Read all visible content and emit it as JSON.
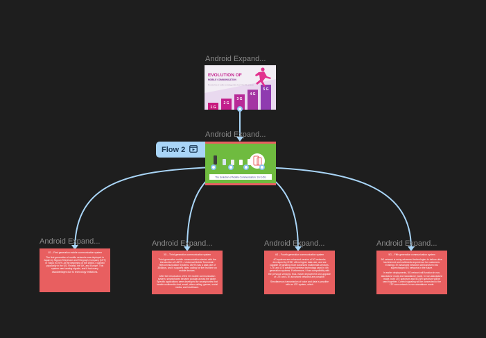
{
  "frames": {
    "top": {
      "label": "Android Expand..."
    },
    "middle": {
      "label": "Android Expand..."
    },
    "bottom": [
      {
        "label": "Android Expand...",
        "title": "1G – First generation mobile communication system",
        "paragraphs": [
          "The first generation of mobile networks was deployed in Japan by Nippon Telephone and Telegraph Company (NTT) in Tokyo in 1979. At the beginning of the 1980s, it gained popularity in the US, Finland, the UK, and Europe. This system used analog signals, and it had many disadvantages due to technology limitations."
        ]
      },
      {
        "label": "Android Expand...",
        "title": "3G – Third generation communication system",
        "paragraphs": [
          "Third-generation mobile communication started with the introduction of UMTS – Universal Mobile Terrestrial / Telecommunication Systems. UMTS has a data rate of 384kbps, and it supports video calling for the first time on mobile devices.",
          "After the introduction of the 3G mobile communication system, smartphones became popular across the globe. Specific applications were developed for smartphones that handle multimedia chat, email, video calling, games, social media, and healthcare."
        ]
      },
      {
        "label": "Android Expand...",
        "title": "4G – Fourth generation communication system",
        "paragraphs": [
          "4G systems are enhanced version of 3G networks developed by IEEE, offers higher data rate, and are capable of handling more advanced multimedia services. LTE and LTE advanced wireless technology used in 4th generation systems. Furthermore, it has compatibility with the previous versions; thus, easier deployment and upgrade of LTE and LTE advanced networks are possible.",
          "Simultaneous transmission of voice and data is possible with an LTE system, which"
        ]
      },
      {
        "label": "Android Expand...",
        "title": "5G – Fifth generation communication system",
        "paragraphs": [
          "5G network is using advanced technologies to deliver ultra-fast internet and multimedia experience for customers. Existing LTE advanced networks will transform into supercharged 5G networks in the future.",
          "In earlier deployments, 5G network will function in non-standalone mode and standalone mode. In non-standalone mode, both LTE spectrum and 5G-NR spectrum will be used together. Control signaling will be connected to the LTE core network in non-standalone mode."
        ]
      }
    ]
  },
  "infographic_top": {
    "title": "EVOLUTION OF",
    "subtitle": "MOBILE COMMUNICATION",
    "caption": "Illustrated tour of mobile technology strides from 1G to 5G and more",
    "bars": [
      "1 G",
      "2 G",
      "3 G",
      "4 G",
      "5 G"
    ],
    "bar_levels": [
      0.25,
      0.4,
      0.55,
      0.72,
      0.9
    ]
  },
  "infographic_middle": {
    "caption": "The Evolution of Mobile Communication: 1G to 5G"
  },
  "flow": {
    "label": "Flow 2",
    "icon": "play-frame-icon"
  },
  "colors": {
    "canvas": "#1e1e1e",
    "connector": "#a9d5f7",
    "card": "#e85f60",
    "green": "#6fbb3f",
    "magenta": "#c21e8c"
  }
}
